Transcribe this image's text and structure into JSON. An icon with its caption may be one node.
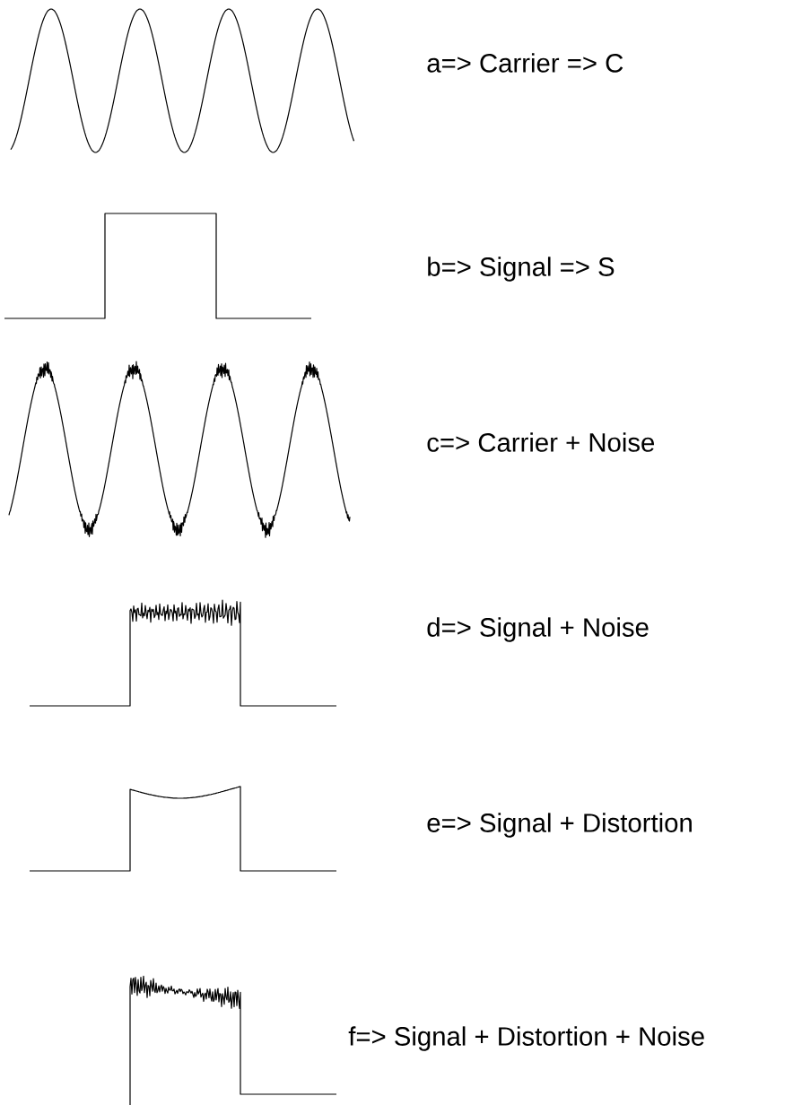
{
  "diagram": {
    "labels": [
      "a=> Carrier => C",
      "b=> Signal => S",
      "c=> Carrier + Noise",
      "d=> Signal + Noise",
      "e=> Signal + Distortion",
      "f=> Signal + Distortion + Noise"
    ]
  }
}
